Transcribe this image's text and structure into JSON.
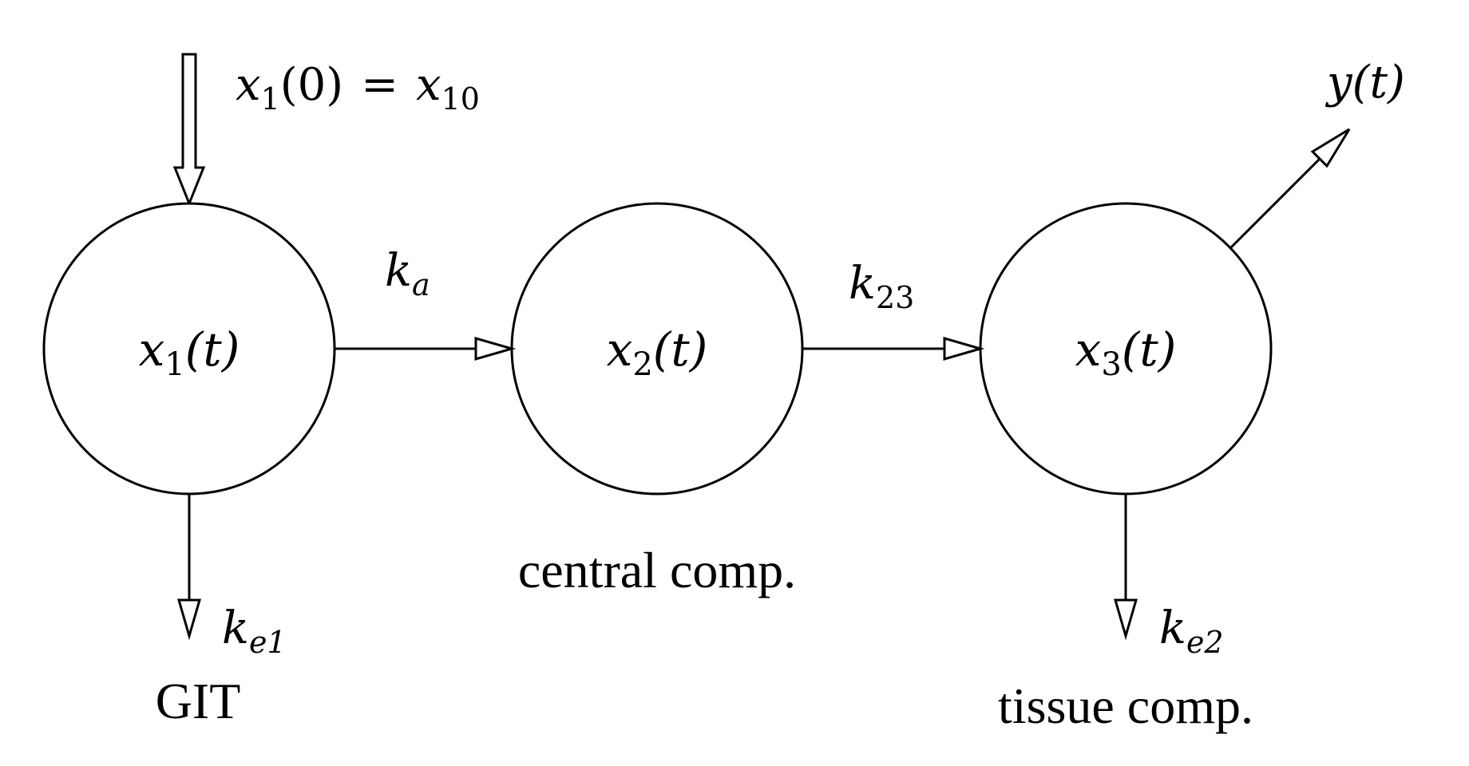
{
  "nodes": [
    {
      "id": "x1",
      "var": "x",
      "sub": "1",
      "arg": "(t)",
      "caption": "GIT"
    },
    {
      "id": "x2",
      "var": "x",
      "sub": "2",
      "arg": "(t)",
      "caption": "central comp."
    },
    {
      "id": "x3",
      "var": "x",
      "sub": "3",
      "arg": "(t)",
      "caption": "tissue comp."
    }
  ],
  "edges": [
    {
      "id": "x1-x2",
      "from": "x1",
      "to": "x2",
      "label": {
        "var": "k",
        "sub": "a"
      }
    },
    {
      "id": "x2-x3",
      "from": "x2",
      "to": "x3",
      "label": {
        "var": "k",
        "sub": "23"
      }
    },
    {
      "id": "x1-out",
      "from": "x1",
      "to": "elimination",
      "label": {
        "var": "k",
        "sub": "e1"
      }
    },
    {
      "id": "x3-out",
      "from": "x3",
      "to": "elimination",
      "label": {
        "var": "k",
        "sub": "e2"
      }
    },
    {
      "id": "x3-y",
      "from": "x3",
      "to": "output",
      "label": {
        "var": "y",
        "arg": "(t)"
      }
    }
  ],
  "initial_condition": {
    "lhs_var": "x",
    "lhs_sub": "1",
    "lhs_arg": "(0)",
    "eq": "=",
    "rhs_var": "x",
    "rhs_sub": "10"
  }
}
